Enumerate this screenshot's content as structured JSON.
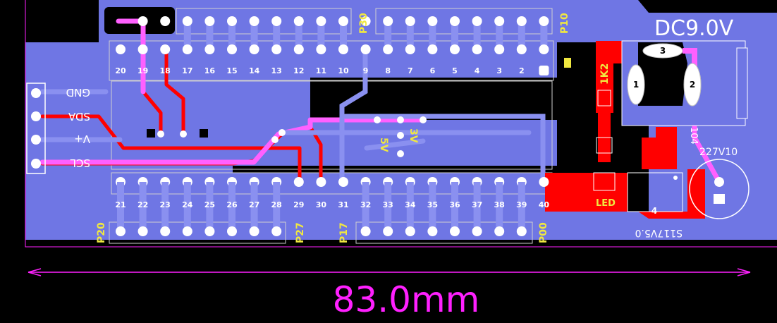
{
  "power_label": "DC9.0V",
  "header_top": {
    "labels": [
      "P30",
      "P10"
    ],
    "pins": [
      "20",
      "19",
      "18",
      "17",
      "16",
      "15",
      "14",
      "13",
      "12",
      "11",
      "10",
      "9",
      "8",
      "7",
      "6",
      "5",
      "4",
      "3",
      "2",
      "1"
    ]
  },
  "header_bottom": {
    "labels": [
      "P20",
      "P27",
      "P17",
      "P00"
    ],
    "pins": [
      "21",
      "22",
      "23",
      "24",
      "25",
      "26",
      "27",
      "28",
      "29",
      "30",
      "31",
      "32",
      "33",
      "34",
      "35",
      "36",
      "37",
      "38",
      "39",
      "40"
    ]
  },
  "left_connector": [
    "GND",
    "SDA",
    "V+",
    "SCL"
  ],
  "resistor_label": "1K2",
  "capacitor_label": "104",
  "cap2_label": "227V10",
  "led_label": "LED",
  "regulator_label": "S117V5.0",
  "regulator_pin": "4",
  "jack_pins": [
    "1",
    "2",
    "3"
  ],
  "voltage_labels": [
    "3V",
    "5V"
  ],
  "dimension": "83.0mm",
  "colors": {
    "board": "#6f76e4",
    "copper_top": "#ff0000",
    "trace_pink": "#ff60ff",
    "silk": "#f0e840",
    "pad": "#ffffff"
  }
}
